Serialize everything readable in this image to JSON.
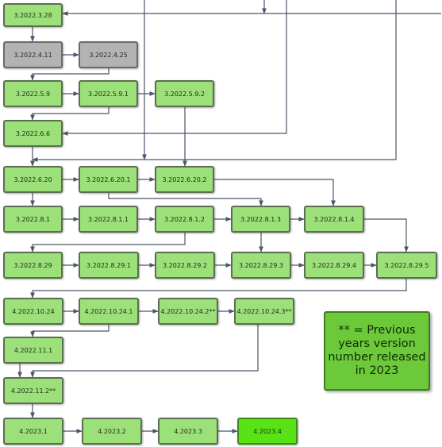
{
  "versions": [
    {
      "id": "n3_2022_3_28",
      "label": "3.2022.3.28",
      "status": "released"
    },
    {
      "id": "n3_2022_4_11",
      "label": "3.2022.4.11",
      "status": "archived"
    },
    {
      "id": "n3_2022_4_25",
      "label": "3.2022.4.25",
      "status": "archived"
    },
    {
      "id": "n3_2022_5_9",
      "label": "3.2022.5.9",
      "status": "released"
    },
    {
      "id": "n3_2022_5_9_1",
      "label": "3.2022.5.9.1",
      "status": "released"
    },
    {
      "id": "n3_2022_5_9_2",
      "label": "3.2022.5.9.2",
      "status": "released"
    },
    {
      "id": "n3_2022_6_6",
      "label": "3.2022.6.6",
      "status": "released"
    },
    {
      "id": "n3_2022_6_20",
      "label": "3.2022.6.20",
      "status": "released"
    },
    {
      "id": "n3_2022_6_20_1",
      "label": "3.2022.6.20.1",
      "status": "released"
    },
    {
      "id": "n3_2022_6_20_2",
      "label": "3.2022.6.20.2",
      "status": "released"
    },
    {
      "id": "n3_2022_8_1",
      "label": "3.2022.8.1",
      "status": "released"
    },
    {
      "id": "n3_2022_8_1_1",
      "label": "3.2022.8.1.1",
      "status": "released"
    },
    {
      "id": "n3_2022_8_1_2",
      "label": "3.2022.8.1.2",
      "status": "released"
    },
    {
      "id": "n3_2022_8_1_3",
      "label": "3.2022.8.1.3",
      "status": "released"
    },
    {
      "id": "n3_2022_8_1_4",
      "label": "3.2022.8.1.4",
      "status": "released"
    },
    {
      "id": "n3_2022_8_29",
      "label": "3.2022.8.29",
      "status": "released"
    },
    {
      "id": "n3_2022_8_29_1",
      "label": "3.2022.8.29.1",
      "status": "released"
    },
    {
      "id": "n3_2022_8_29_2",
      "label": "3.2022.8.29.2",
      "status": "released"
    },
    {
      "id": "n3_2022_8_29_3",
      "label": "3.2022.8.29.3",
      "status": "released"
    },
    {
      "id": "n3_2022_8_29_4",
      "label": "3.2022.8.29.4",
      "status": "released"
    },
    {
      "id": "n3_2022_8_29_5",
      "label": "3.2022.8.29.5",
      "status": "released"
    },
    {
      "id": "n4_2022_10_24",
      "label": "4.2022.10.24",
      "status": "released"
    },
    {
      "id": "n4_2022_10_24_1",
      "label": "4.2022.10.24.1",
      "status": "released"
    },
    {
      "id": "n4_2022_10_24_2",
      "label": "4.2022.10.24.2**",
      "status": "released"
    },
    {
      "id": "n4_2022_10_24_3",
      "label": "4.2022.10.24.3**",
      "status": "released"
    },
    {
      "id": "n4_2022_11_1",
      "label": "4.2022.11.1",
      "status": "released"
    },
    {
      "id": "n4_2022_11_2",
      "label": "4.2022.11.2**",
      "status": "released"
    },
    {
      "id": "n4_2023_1",
      "label": "4.2023.1",
      "status": "released"
    },
    {
      "id": "n4_2023_2",
      "label": "4.2023.2",
      "status": "released"
    },
    {
      "id": "n4_2023_3",
      "label": "4.2023.3",
      "status": "released"
    },
    {
      "id": "n4_2023_4",
      "label": "4.2023.4",
      "status": "current"
    }
  ],
  "edges": [
    [
      "n3_2022_3_28",
      "n3_2022_4_11"
    ],
    [
      "n3_2022_4_11",
      "n3_2022_4_25"
    ],
    [
      "n3_2022_4_25",
      "n3_2022_5_9"
    ],
    [
      "n3_2022_5_9",
      "n3_2022_5_9_1"
    ],
    [
      "n3_2022_5_9_1",
      "n3_2022_5_9_2"
    ],
    [
      "n3_2022_5_9_1",
      "n3_2022_6_6"
    ],
    [
      "n3_2022_6_6",
      "n3_2022_6_20"
    ],
    [
      "n3_2022_5_9_2",
      "n3_2022_6_20_2"
    ],
    [
      "n3_2022_6_20",
      "n3_2022_6_20_1"
    ],
    [
      "n3_2022_6_20_1",
      "n3_2022_6_20_2"
    ],
    [
      "n3_2022_6_20",
      "n3_2022_8_1"
    ],
    [
      "n3_2022_6_20_1",
      "n3_2022_8_1_3"
    ],
    [
      "n3_2022_6_20_2",
      "n3_2022_8_1_4"
    ],
    [
      "n3_2022_8_1",
      "n3_2022_8_1_1"
    ],
    [
      "n3_2022_8_1_1",
      "n3_2022_8_1_2"
    ],
    [
      "n3_2022_8_1_2",
      "n3_2022_8_1_3"
    ],
    [
      "n3_2022_8_1_3",
      "n3_2022_8_1_4"
    ],
    [
      "n3_2022_8_1_2",
      "n3_2022_8_29"
    ],
    [
      "n3_2022_8_1_3",
      "n3_2022_8_29_3"
    ],
    [
      "n3_2022_8_1_4",
      "n3_2022_8_29_5"
    ],
    [
      "n3_2022_8_29",
      "n3_2022_8_29_1"
    ],
    [
      "n3_2022_8_29_1",
      "n3_2022_8_29_2"
    ],
    [
      "n3_2022_8_29_2",
      "n3_2022_8_29_3"
    ],
    [
      "n3_2022_8_29_3",
      "n3_2022_8_29_4"
    ],
    [
      "n3_2022_8_29_4",
      "n3_2022_8_29_5"
    ],
    [
      "n3_2022_8_29_5",
      "n4_2022_10_24"
    ],
    [
      "n4_2022_10_24",
      "n4_2022_10_24_1"
    ],
    [
      "n4_2022_10_24_1",
      "n4_2022_10_24_2"
    ],
    [
      "n4_2022_10_24_2",
      "n4_2022_10_24_3"
    ],
    [
      "n4_2022_10_24_1",
      "n4_2022_11_1"
    ],
    [
      "n4_2022_11_1",
      "n4_2022_11_2"
    ],
    [
      "n4_2022_10_24_3",
      "n4_2022_11_2"
    ],
    [
      "n4_2022_11_2",
      "n4_2023_1"
    ],
    [
      "n4_2023_1",
      "n4_2023_2"
    ],
    [
      "n4_2023_2",
      "n4_2023_3"
    ],
    [
      "n4_2023_3",
      "n4_2023_4"
    ]
  ],
  "note": "** = Previous\nyears version\nnumber released\nin 2023",
  "colors": {
    "released": "#9ce07a",
    "archived": "#b3b3b3",
    "current": "#58e414",
    "note": "#6cc93a",
    "connector": "#4a5568"
  }
}
